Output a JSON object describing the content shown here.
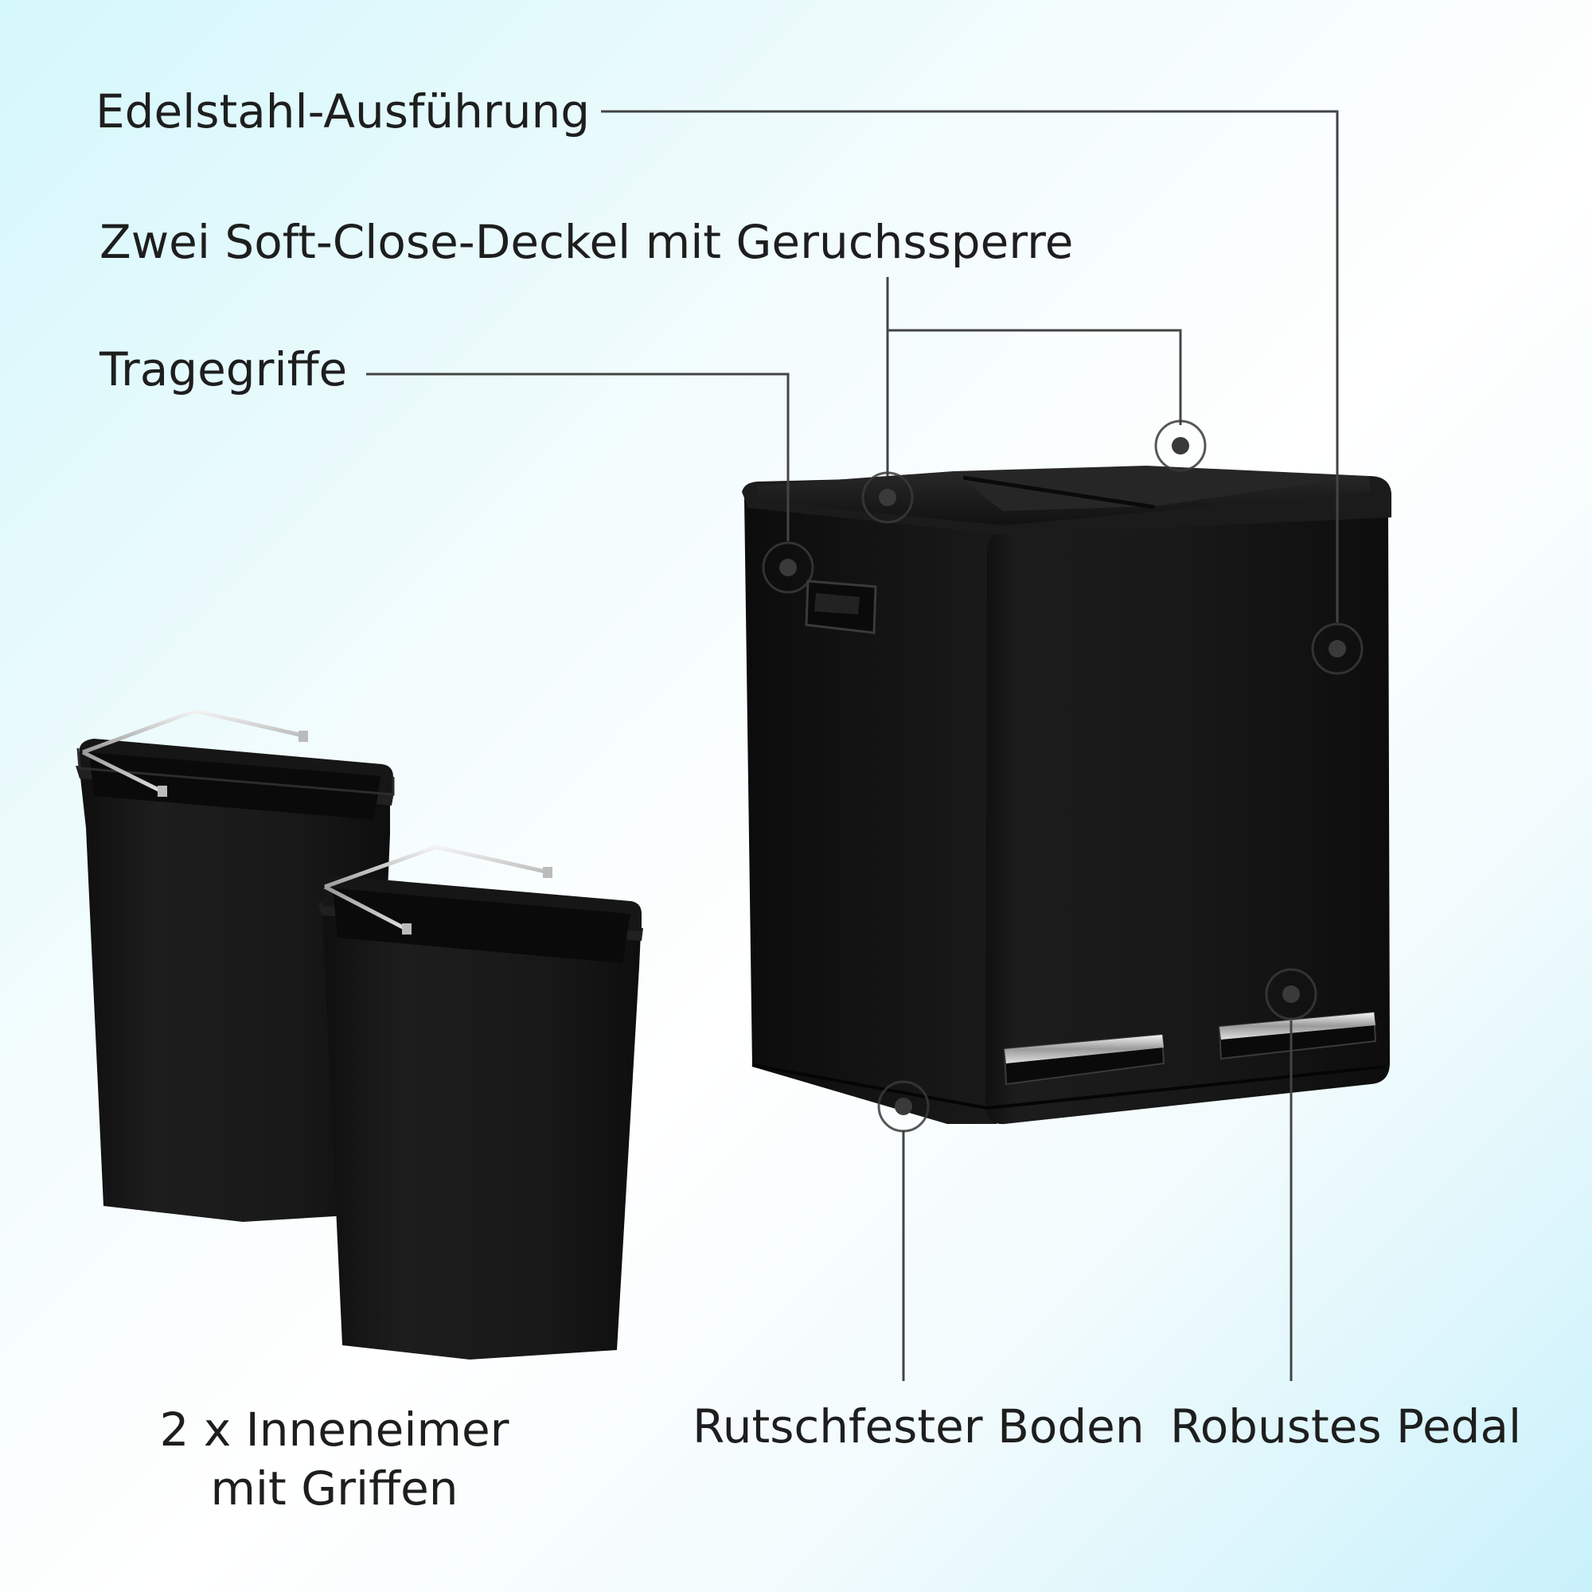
{
  "features": {
    "stainless_steel": "Edelstahl-Ausführung",
    "soft_close_lids": "Zwei Soft-Close-Deckel mit Geruchssperre",
    "carry_handles": "Tragegriffe",
    "inner_buckets_line1": "2 x Inneneimer",
    "inner_buckets_line2": "mit Griffen",
    "non_slip_base": "Rutschfester Boden",
    "sturdy_pedal": "Robustes Pedal"
  },
  "colors": {
    "product": "#141414",
    "callout_line": "#444444",
    "marker": "#3a3a3a",
    "text": "#1e1e1e"
  }
}
